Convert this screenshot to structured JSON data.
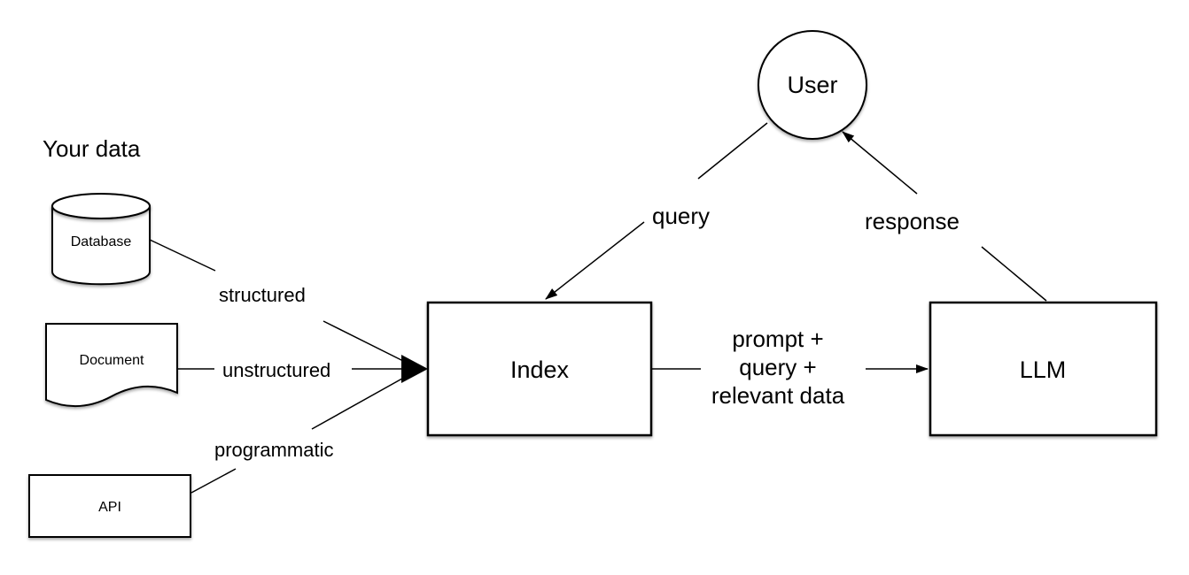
{
  "diagram": {
    "section_label": "Your data",
    "nodes": {
      "user": {
        "label": "User"
      },
      "database": {
        "label": "Database"
      },
      "document": {
        "label": "Document"
      },
      "api": {
        "label": "API"
      },
      "index": {
        "label": "Index"
      },
      "llm": {
        "label": "LLM"
      }
    },
    "edge_labels": {
      "structured": "structured",
      "unstructured": "unstructured",
      "programmatic": "programmatic",
      "query": "query",
      "response": "response",
      "prompt_line1": "prompt +",
      "prompt_line2": "query +",
      "prompt_line3": "relevant data"
    },
    "colors": {
      "stroke": "#000000",
      "shape_fill": "#ffffff",
      "background": "#ffffff"
    }
  }
}
